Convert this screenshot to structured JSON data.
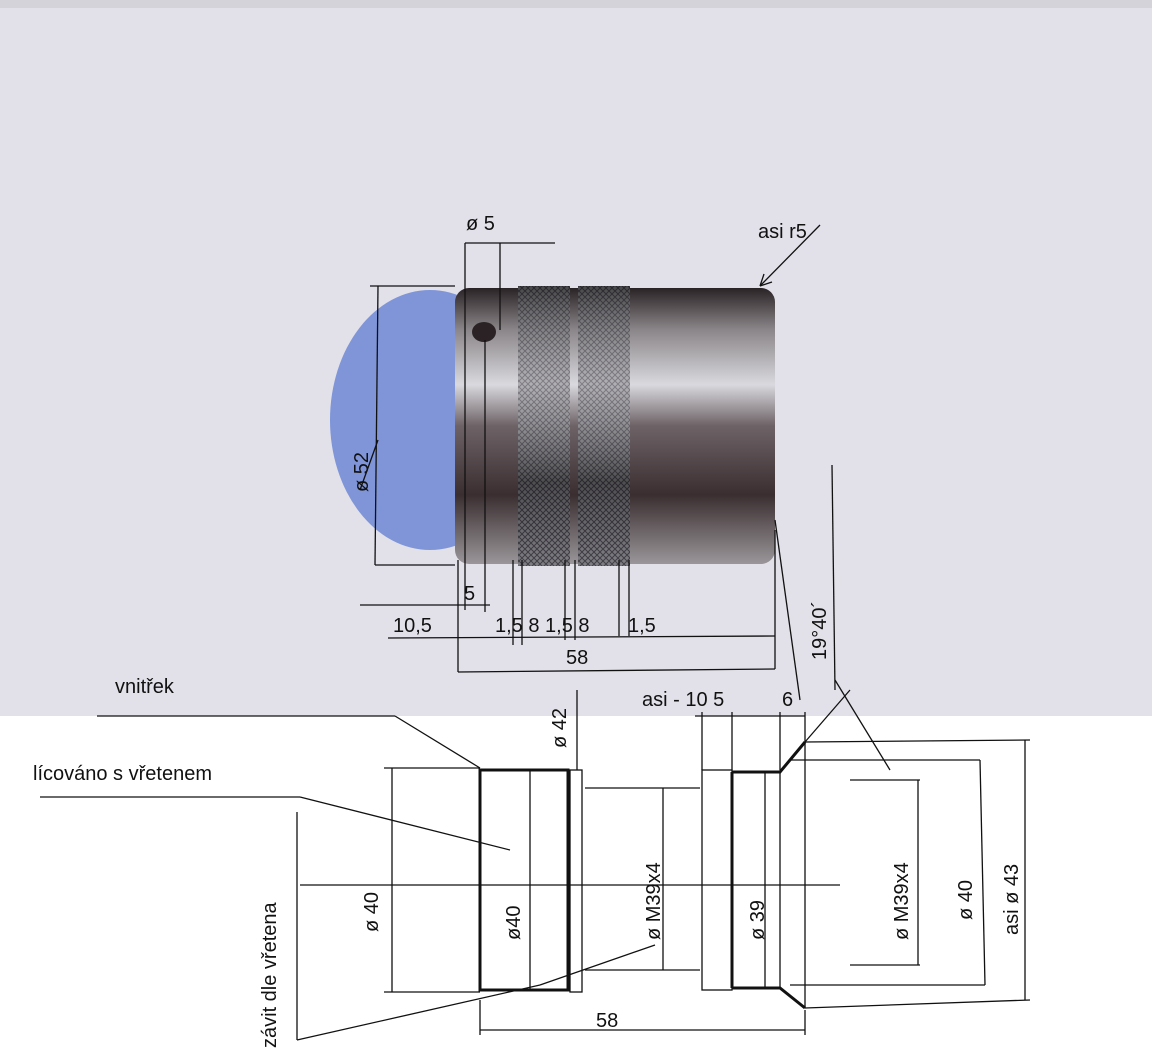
{
  "photo_labels": {
    "hole_dia": "ø 5",
    "radius_note": "asi r5",
    "outer_dia": "ø 52",
    "dim_5": "5",
    "dim_10_5": "10,5",
    "dim_knurl_row": "1,5 8 1,5 8",
    "dim_1_5": "1,5",
    "dim_58_top": "58",
    "angle": "19°40´"
  },
  "drawing_labels": {
    "inner": "vnitřek",
    "fitted": "lícováno s vřetenem",
    "thread_note": "závit dle vřetena",
    "dia_42": "ø 42",
    "dims_right": "asi - 10  5",
    "dim_6": "6",
    "dia_40_left": "ø 40",
    "dia_40_inner": "ø40",
    "thread_left": "ø M39x4",
    "dia_39": "ø 39",
    "thread_right": "ø M39x4",
    "dia_40_right": "ø 40",
    "dia_43": "asi ø 43",
    "dim_58_bottom": "58"
  }
}
